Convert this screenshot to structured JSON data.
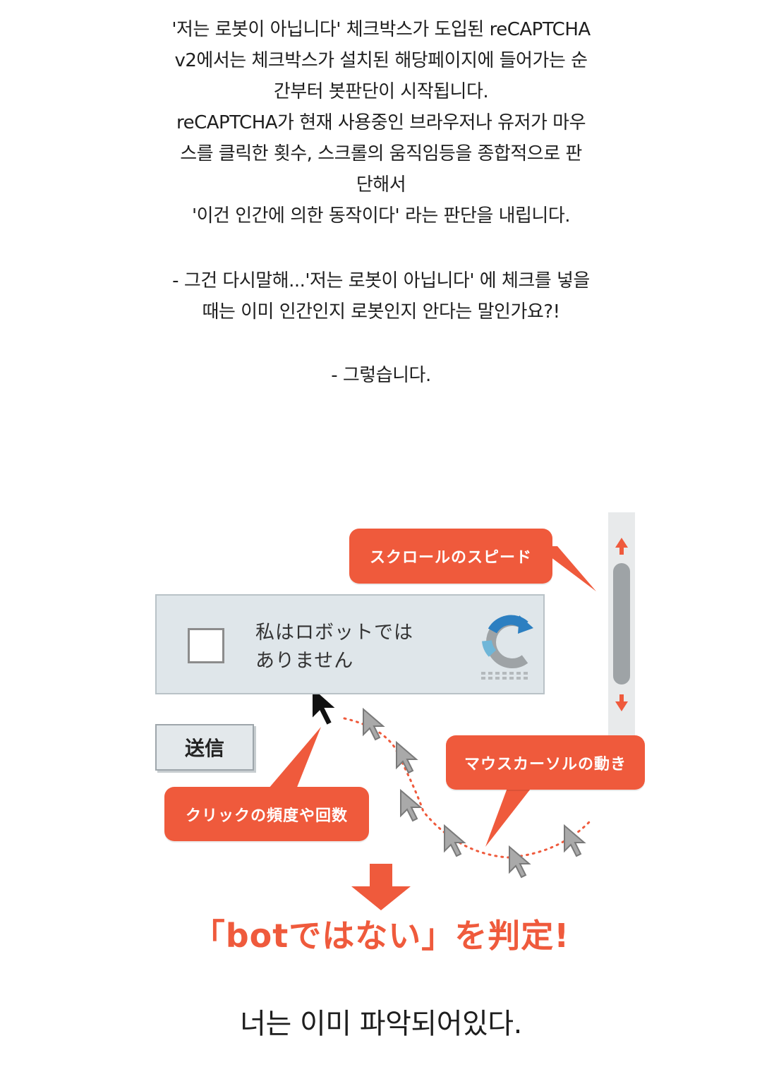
{
  "article": {
    "paragraph1": [
      "'저는 로봇이 아닙니다' 체크박스가 도입된 reCAPTCHA",
      "v2에서는 체크박스가 설치된 해당페이지에 들어가는 순",
      "간부터 봇판단이 시작됩니다.",
      "reCAPTCHA가 현재 사용중인 브라우저나 유저가 마우",
      "스를 클릭한 횟수, 스크롤의 움직임등을 종합적으로 판",
      "단해서",
      "'이건 인간에 의한 동작이다' 라는 판단을 내립니다."
    ],
    "paragraph2": [
      "- 그건 다시말해...'저는 로봇이 아닙니다' 에 체크를 넣을",
      "때는 이미 인간인지 로봇인지 안다는 말인가요?!"
    ],
    "paragraph3": [
      "- 그렇습니다."
    ],
    "closing": "너는 이미 파악되어있다."
  },
  "diagram": {
    "callout_scroll": "スクロールのスピード",
    "callout_mouse": "マウスカーソルの動き",
    "callout_click": "クリックの頻度や回数",
    "captcha_label_line1": "私はロボットでは",
    "captcha_label_line2": "ありません",
    "submit_label": "送信",
    "verdict": "「botではない」を判定!"
  },
  "colors": {
    "accent": "#ef5a3c",
    "captcha_bg": "#dfe6ea",
    "recaptcha_blue": "#2c7fc1",
    "recaptcha_gray": "#9ea3a6"
  },
  "icons": [
    "checkbox-icon",
    "recaptcha-logo-icon",
    "cursor-arrow-icon",
    "scroll-up-arrow-icon",
    "scroll-down-arrow-icon",
    "down-arrow-icon"
  ]
}
